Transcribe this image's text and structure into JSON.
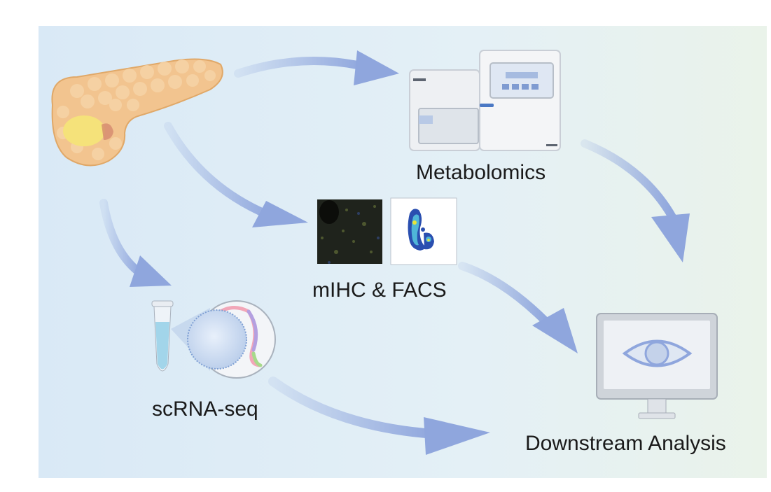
{
  "labels": {
    "metabolomics": "Metabolomics",
    "mihc_facs": "mIHC & FACS",
    "scrna_seq": "scRNA-seq",
    "downstream": "Downstream Analysis"
  },
  "colors": {
    "background_left": "#dbeaf6",
    "background_right": "#e9f3ec",
    "arrow": "#8fa6dd",
    "pancreas": "#f2c48f",
    "tumor": "#f5e27a",
    "instrument": "#eef0f3",
    "monitor": "#cfd4da"
  }
}
